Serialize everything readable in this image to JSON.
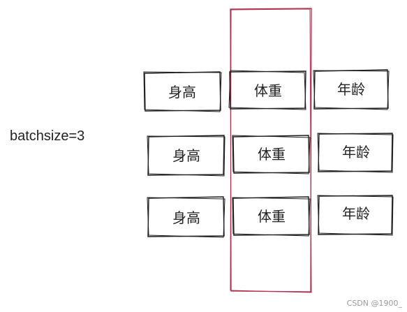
{
  "batch_label": "batchsize=3",
  "columns": [
    "身高",
    "体重",
    "年龄"
  ],
  "rows": [
    [
      "身高",
      "体重",
      "年龄"
    ],
    [
      "身高",
      "体重",
      "年龄"
    ],
    [
      "身高",
      "体重",
      "年龄"
    ]
  ],
  "highlighted_column_index": 1,
  "colors": {
    "highlight_stroke": "#b0304f",
    "box_stroke": "#1e1e1e",
    "text": "#222222",
    "watermark": "#9a9a9a"
  },
  "watermark": "CSDN @1900_"
}
